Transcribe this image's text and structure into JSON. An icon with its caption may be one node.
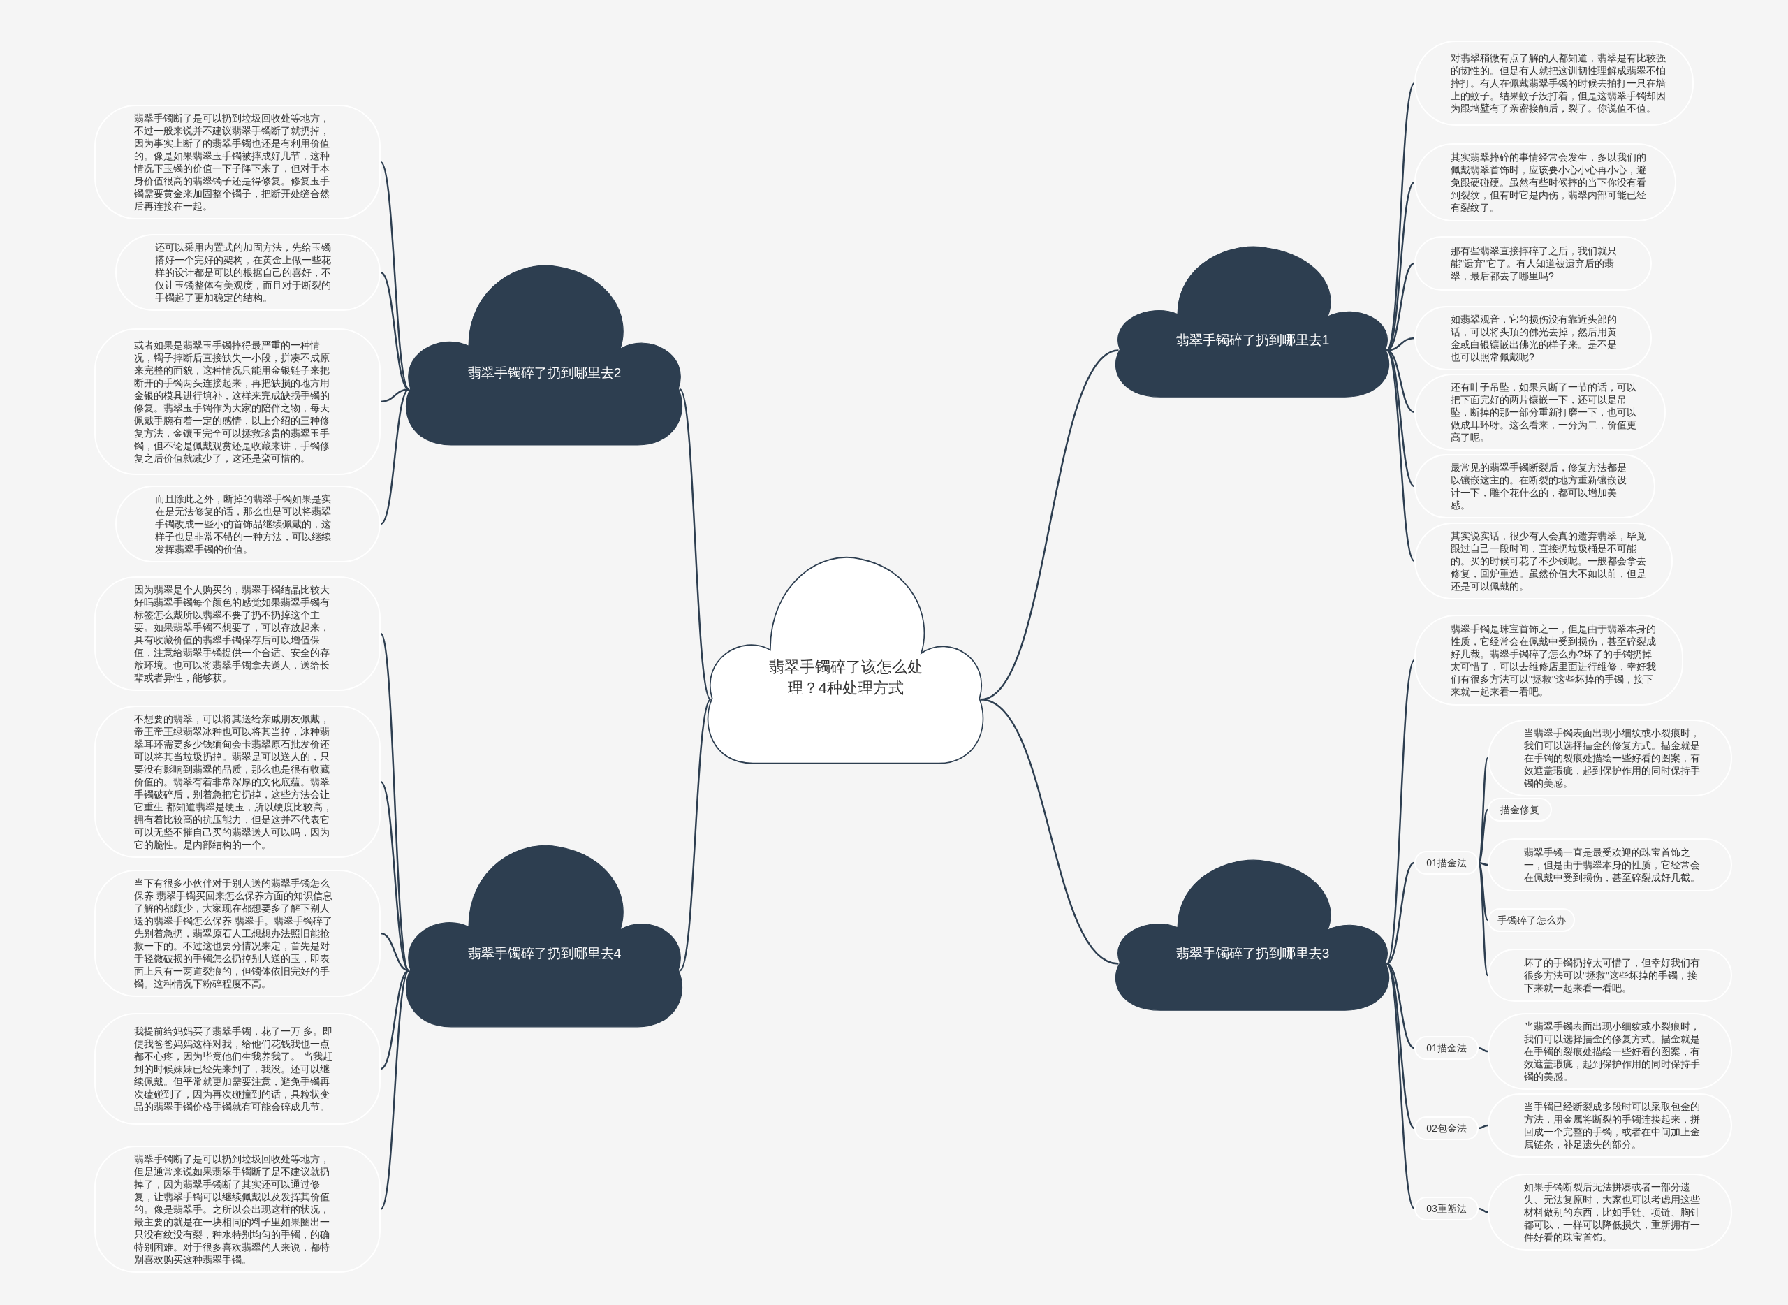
{
  "diagram": {
    "nodes": [
      {
        "text": [
          "翡翠手镯碎了该怎么处理？4种处理方式"
        ]
      },
      {
        "text": [
          "翡翠手镯碎了扔到哪里去1"
        ]
      },
      {
        "text": [
          "对翡翠稍微有点了解的人都知道，翡翠是有比较强的韧性的。但是有人就把这训韧性理解成翡翠不怕摔打。有人在佩戴翡翠手镯的时候去拍打一只在墙上的蚊子。结果蚊子没打着，但是这翡翠手镯却因为跟墙壁有了亲密接触后，裂了。你说值不值。"
        ]
      },
      {
        "text": [
          "其实翡翠摔碎的事情经常会发生，多以我们的佩戴翡翠首饰时，应该要小心小心再小心，避免跟硬碰硬。虽然有些时候摔的当下你没有看到裂纹，但有时它是内伤，翡翠内部可能已经有裂纹了。"
        ]
      },
      {
        "text": [
          "那有些翡翠直接摔碎了之后，我们就只能\"遗弃\"它了。有人知道被遗弃后的翡翠，最后都去了哪里吗?"
        ]
      },
      {
        "text": [
          "如翡翠观音，它的损伤没有靠近头部的话，可以将头顶的佛光去掉，然后用黄金或白银镶嵌出佛光的样子来。是不是也可以照常佩戴呢?"
        ]
      },
      {
        "text": [
          "还有叶子吊坠，如果只断了一节的话，可以把下面完好的两片镶嵌一下，还可以是吊坠，断掉的那一部分重新打磨一下，也可以做成耳环呀。这么看来，一分为二，价值更高了呢。"
        ]
      },
      {
        "text": [
          "最常见的翡翠手镯断裂后，修复方法都是以镶嵌这主的。在断裂的地方重新镶嵌设计一下，雕个花什么的，都可以增加美感。"
        ]
      },
      {
        "text": [
          "其实说实话，很少有人会真的遗弃翡翠，毕竟跟过自己一段时间，直接扔垃圾桶是不可能的。买的时候可花了不少钱呢。一般都会拿去修复，回炉重造。虽然价值大不如以前，但是还是可以佩戴的。"
        ]
      },
      {
        "text": [
          "翡翠手镯碎了扔到哪里去2"
        ]
      },
      {
        "text": [
          "翡翠手镯断了是可以扔到垃圾回收处等地方，不过一般来说并不建议翡翠手镯断了就扔掉，因为事实上断了的翡翠手镯也还是有利用价值的。像是如果翡翠玉手镯被摔成好几节，这种情况下玉镯的价值一下子降下来了，但对于本身价值很高的翡翠镯子还是得修复。修复玉手镯需要黄金来加固整个镯子，把断开处缝合然后再连接在一起。"
        ]
      },
      {
        "text": [
          "还可以采用内置式的加固方法，先给玉镯搭好一个完好的架构，在黄金上做一些花样的设计都是可以的根据自己的喜好，不仅让玉镯整体有美观度，而且对于断裂的手镯起了更加稳定的结构。"
        ]
      },
      {
        "text": [
          "或者如果是翡翠玉手镯摔得最严重的一种情况，镯子摔断后直接缺失一小段，拼凑不成原来完整的面貌，这种情况只能用金银链子来把断开的手镯两头连接起来，再把缺损的地方用金银的模具进行填补，这样来完成缺损手镯的修复。翡翠玉手镯作为大家的陪伴之物，每天佩戴手腕有着一定的感情，以上介绍的三种修复方法，金镶玉完全可以拯救珍贵的翡翠玉手镯，但不论是佩戴观赏还是收藏来讲，手镯修复之后价值就减少了，这还是蛮可惜的。"
        ]
      },
      {
        "text": [
          "而且除此之外，断掉的翡翠手镯如果是实在是无法修复的话，那么也是可以将翡翠手镯改成一些小的首饰品继续佩戴的，这样子也是非常不错的一种方法，可以继续发挥翡翠手镯的价值。"
        ]
      },
      {
        "text": [
          "翡翠手镯碎了扔到哪里去3"
        ]
      },
      {
        "text": [
          "翡翠手镯是珠宝首饰之一，但是由于翡翠本身的性质，它经常会在佩戴中受到损伤，甚至碎裂成好几截。翡翠手镯碎了怎么办?坏了的手镯扔掉太可惜了，可以去维修店里面进行维修，幸好我们有很多方法可以\"拯救\"这些坏掉的手镯，接下来就一起来看一看吧。"
        ]
      },
      {
        "text": [
          "01描金法"
        ]
      },
      {
        "text": [
          "当翡翠手镯表面出现小细纹或小裂痕时，我们可以选择描金的修复方式。描金就是在手镯的裂痕处描绘一些好看的图案，有效遮盖瑕疵，起到保护作用的同时保持手镯的美感。"
        ]
      },
      {
        "text": [
          "描金修复"
        ]
      },
      {
        "text": [
          "翡翠手镯一直是最受欢迎的珠宝首饰之一，但是由于翡翠本身的性质，它经常会在佩戴中受到损伤，甚至碎裂成好几截。"
        ]
      },
      {
        "text": [
          "手镯碎了怎么办"
        ]
      },
      {
        "text": [
          "坏了的手镯扔掉太可惜了，但幸好我们有很多方法可以\"拯救\"这些坏掉的手镯，接下来就一起来看一看吧。"
        ]
      },
      {
        "text": [
          "01描金法"
        ]
      },
      {
        "text": [
          "当翡翠手镯表面出现小细纹或小裂痕时，我们可以选择描金的修复方式。描金就是在手镯的裂痕处描绘一些好看的图案，有效遮盖瑕疵，起到保护作用的同时保持手镯的美感。"
        ]
      },
      {
        "text": [
          "02包金法"
        ]
      },
      {
        "text": [
          "当手镯已经断裂成多段时可以采取包金的方法，用金属将断裂的手镯连接起来，拼回成一个完整的手镯，或者在中间加上金属链条，补足遗失的部分。"
        ]
      },
      {
        "text": [
          "03重塑法"
        ]
      },
      {
        "text": [
          "如果手镯断裂后无法拼凑或者一部分遗失、无法复原时，大家也可以考虑用这些材料做别的东西，比如手链、项链、胸针都可以，一样可以降低损失，重新拥有一件好看的珠宝首饰。"
        ]
      },
      {
        "text": [
          "翡翠手镯碎了扔到哪里去4"
        ]
      },
      {
        "text": [
          "因为翡翠是个人购买的，翡翠手镯结晶比较大好吗翡翠手镯每个颜色的感觉如果翡翠手镯有标签怎么戴所以翡翠不要了扔不扔掉这个主要。如果翡翠手镯不想要了，可以存放起来，具有收藏价值的翡翠手镯保存后可以增值保值，注意给翡翠手镯提供一个合适、安全的存放环境。也可以将翡翠手镯拿去送人，送给长辈或者异性，能够获。"
        ]
      },
      {
        "text": [
          "不想要的翡翠，可以将其送给亲戚朋友佩戴，帝王帝王绿翡翠冰种也可以将其当掉，冰种翡翠耳环需要多少钱缅甸会卡翡翠原石批发价还可以将其当垃圾扔掉。翡翠是可以送人的，只要没有影响到翡翠的品质，那么也是很有收藏价值的。翡翠有着非常深厚的文化底蕴。翡翠手镯破碎后，别着急把它扔掉，这些方法会让它重生 都知道翡翠是硬玉，所以硬度比较高，拥有着比较高的抗压能力，但是这并不代表它可以无坚不摧自己买的翡翠送人可以吗，因为它的脆性。是内部结构的一个。"
        ]
      },
      {
        "text": [
          "当下有很多小伙伴对于别人送的翡翠手镯怎么保养 翡翠手镯买回来怎么保养方面的知识信息了解的都颇少，大家现在都想要多了解下别人送的翡翠手镯怎么保养 翡翠手。翡翠手镯碎了先别着急扔，翡翠原石人工想想办法照旧能抢救一下的。不过这也要分情况来定，首先是对于轻微破损的手镯怎么扔掉别人送的玉，即表面上只有一两道裂痕的，但镯体依旧完好的手镯。这种情况下粉碎程度不高。"
        ]
      },
      {
        "text": [
          "我提前给妈妈买了翡翠手镯，花了一万 多。即使我爸爸妈妈这样对我，给他们花钱我也一点都不心疼，因为毕竟他们生我养我了。 当我赶到的时候妹妹已经先来到了，我没。还可以继续佩戴。但平常就更加需要注意，避免手镯再次磕碰到了，因为再次碰撞到的话，具粒状变晶的翡翠手镯价格手镯就有可能会碎成几节。"
        ]
      },
      {
        "text": [
          "翡翠手镯断了是可以扔到垃圾回收处等地方，但是通常来说如果翡翠手镯断了是不建议就扔掉了，因为翡翠手镯断了其实还可以通过修复，让翡翠手镯可以继续佩戴以及发挥其价值的。像是翡翠手。之所以会出现这样的状况，最主要的就是在一块相同的料子里如果圈出一只没有纹没有裂，种水特别均匀的手镯，的确特别困难。对于很多喜欢翡翠的人来说，都特别喜欢购买这种翡翠手镯。"
        ]
      }
    ],
    "edges": [
      {
        "from": 0,
        "to": 1,
        "arrow": "none"
      },
      {
        "from": 1,
        "to": 2,
        "arrow": "none"
      },
      {
        "from": 1,
        "to": 3,
        "arrow": "none"
      },
      {
        "from": 1,
        "to": 4,
        "arrow": "none"
      },
      {
        "from": 1,
        "to": 5,
        "arrow": "none"
      },
      {
        "from": 1,
        "to": 6,
        "arrow": "none"
      },
      {
        "from": 1,
        "to": 7,
        "arrow": "none"
      },
      {
        "from": 1,
        "to": 8,
        "arrow": "none"
      },
      {
        "from": 0,
        "to": 9,
        "arrow": "none"
      },
      {
        "from": 9,
        "to": 10,
        "arrow": "none"
      },
      {
        "from": 9,
        "to": 11,
        "arrow": "none"
      },
      {
        "from": 9,
        "to": 12,
        "arrow": "none"
      },
      {
        "from": 9,
        "to": 13,
        "arrow": "none"
      },
      {
        "from": 0,
        "to": 14,
        "arrow": "none"
      },
      {
        "from": 14,
        "to": 15,
        "arrow": "none"
      },
      {
        "from": 14,
        "to": 16,
        "arrow": "none"
      },
      {
        "from": 16,
        "to": 17,
        "arrow": "none"
      },
      {
        "from": 16,
        "to": 18,
        "arrow": "none"
      },
      {
        "from": 16,
        "to": 19,
        "arrow": "none"
      },
      {
        "from": 16,
        "to": 20,
        "arrow": "none"
      },
      {
        "from": 16,
        "to": 21,
        "arrow": "none"
      },
      {
        "from": 14,
        "to": 22,
        "arrow": "none"
      },
      {
        "from": 22,
        "to": 23,
        "arrow": "none"
      },
      {
        "from": 14,
        "to": 24,
        "arrow": "none"
      },
      {
        "from": 24,
        "to": 25,
        "arrow": "none"
      },
      {
        "from": 14,
        "to": 26,
        "arrow": "none"
      },
      {
        "from": 26,
        "to": 27,
        "arrow": "none"
      },
      {
        "from": 0,
        "to": 28,
        "arrow": "none"
      },
      {
        "from": 28,
        "to": 29,
        "arrow": "none"
      },
      {
        "from": 28,
        "to": 30,
        "arrow": "none"
      },
      {
        "from": 28,
        "to": 31,
        "arrow": "none"
      },
      {
        "from": 28,
        "to": 32,
        "arrow": "none"
      },
      {
        "from": 28,
        "to": 33,
        "arrow": "none"
      }
    ]
  }
}
